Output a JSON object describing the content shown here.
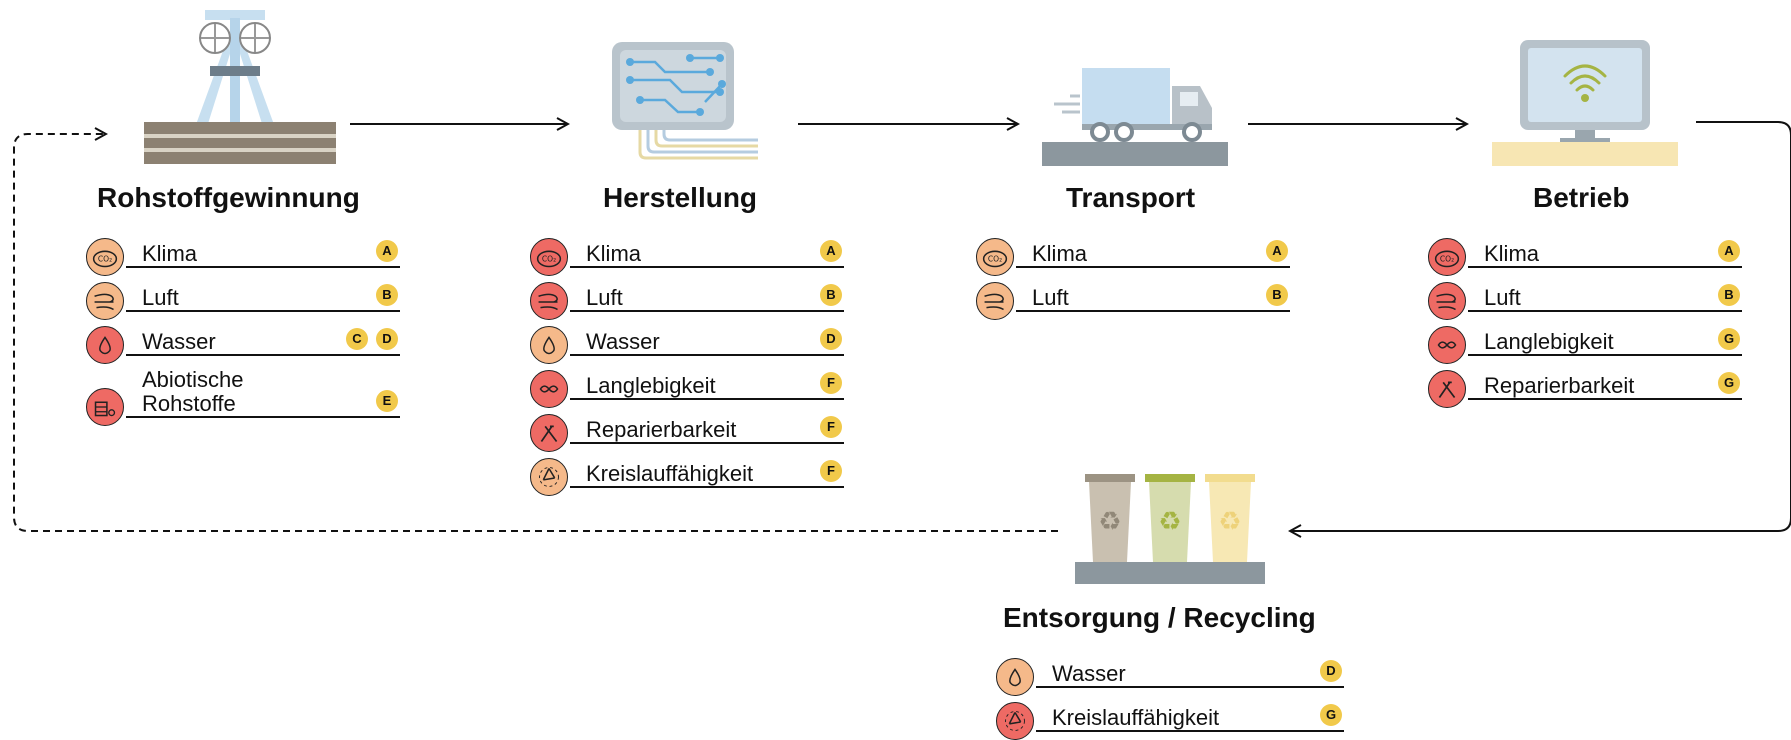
{
  "colors": {
    "orange": "#f5b98a",
    "red": "#ee6a64",
    "badge": "#f1c94a",
    "line": "#111111"
  },
  "stages": [
    {
      "id": "rohstoff",
      "title": "Rohstoffgewinnung",
      "icon": "mine-tower-icon",
      "rows": [
        {
          "label": "Klima",
          "icon": "co2-cloud-icon",
          "color": "orange",
          "badges": [
            "A"
          ]
        },
        {
          "label": "Luft",
          "icon": "wind-icon",
          "color": "orange",
          "badges": [
            "B"
          ]
        },
        {
          "label": "Wasser",
          "icon": "water-drop-icon",
          "color": "red",
          "badges": [
            "C",
            "D"
          ]
        },
        {
          "label": "Abiotische\nRohstoffe",
          "icon": "raw-material-icon",
          "color": "red",
          "badges": [
            "E"
          ]
        }
      ]
    },
    {
      "id": "herstellung",
      "title": "Herstellung",
      "icon": "circuit-board-icon",
      "rows": [
        {
          "label": "Klima",
          "icon": "co2-cloud-icon",
          "color": "red",
          "badges": [
            "A"
          ]
        },
        {
          "label": "Luft",
          "icon": "wind-icon",
          "color": "red",
          "badges": [
            "B"
          ]
        },
        {
          "label": "Wasser",
          "icon": "water-drop-icon",
          "color": "orange",
          "badges": [
            "D"
          ]
        },
        {
          "label": "Langlebigkeit",
          "icon": "infinity-icon",
          "color": "red",
          "badges": [
            "F"
          ]
        },
        {
          "label": "Reparierbarkeit",
          "icon": "tools-icon",
          "color": "red",
          "badges": [
            "F"
          ]
        },
        {
          "label": "Kreislauffähigkeit",
          "icon": "recycle-icon",
          "color": "orange",
          "badges": [
            "F"
          ]
        }
      ]
    },
    {
      "id": "transport",
      "title": "Transport",
      "icon": "truck-icon",
      "rows": [
        {
          "label": "Klima",
          "icon": "co2-cloud-icon",
          "color": "orange",
          "badges": [
            "A"
          ]
        },
        {
          "label": "Luft",
          "icon": "wind-icon",
          "color": "orange",
          "badges": [
            "B"
          ]
        }
      ]
    },
    {
      "id": "betrieb",
      "title": "Betrieb",
      "icon": "monitor-wifi-icon",
      "rows": [
        {
          "label": "Klima",
          "icon": "co2-cloud-icon",
          "color": "red",
          "badges": [
            "A"
          ]
        },
        {
          "label": "Luft",
          "icon": "wind-icon",
          "color": "red",
          "badges": [
            "B"
          ]
        },
        {
          "label": "Langlebigkeit",
          "icon": "infinity-icon",
          "color": "red",
          "badges": [
            "G"
          ]
        },
        {
          "label": "Reparierbarkeit",
          "icon": "tools-icon",
          "color": "red",
          "badges": [
            "G"
          ]
        }
      ]
    },
    {
      "id": "entsorgung",
      "title": "Entsorgung / Recycling",
      "icon": "recycling-bins-icon",
      "rows": [
        {
          "label": "Wasser",
          "icon": "water-drop-icon",
          "color": "orange",
          "badges": [
            "D"
          ]
        },
        {
          "label": "Kreislauffähigkeit",
          "icon": "recycle-icon",
          "color": "red",
          "badges": [
            "G"
          ]
        }
      ]
    }
  ]
}
